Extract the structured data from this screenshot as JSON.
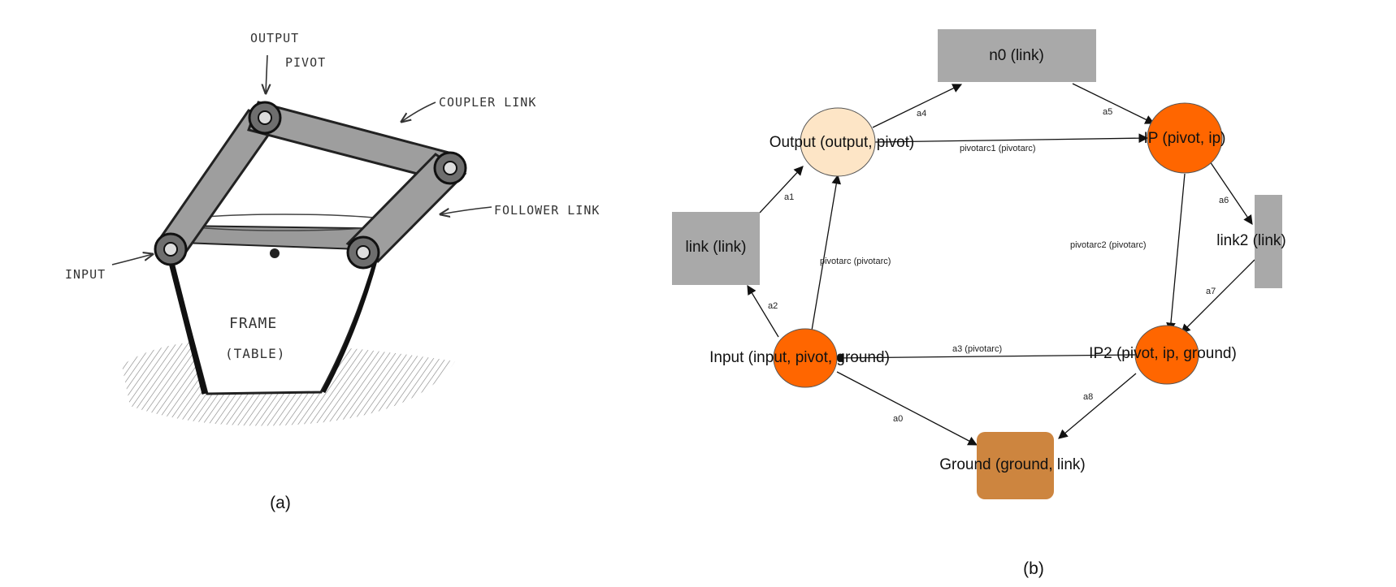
{
  "panel_a": {
    "caption": "(a)",
    "labels": {
      "output_pivot_line1": "OUTPUT",
      "output_pivot_line2": "PIVOT",
      "coupler_link": "COUPLER LINK",
      "follower_link": "FOLLOWER LINK",
      "input": "INPUT",
      "frame_line1": "FRAME",
      "frame_line2": "(TABLE)"
    }
  },
  "panel_b": {
    "caption": "(b)",
    "colors": {
      "link_node": "#a9a9a9",
      "pivot_node": "#ff6600",
      "output_node": "#fde5c6",
      "ground_node": "#cd853f"
    },
    "nodes": {
      "n0": "n0 (link)",
      "output": "Output (output, pivot)",
      "ip": "IP (pivot, ip)",
      "link": "link (link)",
      "link2": "link2 (link)",
      "input": "Input (input, pivot, ground)",
      "ip2": "IP2 (pivot, ip, ground)",
      "ground": "Ground (ground, link)"
    },
    "edges": {
      "a0": "a0",
      "a1": "a1",
      "a2": "a2",
      "a3": "a3 (pivotarc)",
      "a4": "a4",
      "a5": "a5",
      "a6": "a6",
      "a7": "a7",
      "a8": "a8",
      "pivotarc": "pivotarc (pivotarc)",
      "pivotarc1": "pivotarc1 (pivotarc)",
      "pivotarc2": "pivotarc2 (pivotarc)"
    }
  }
}
